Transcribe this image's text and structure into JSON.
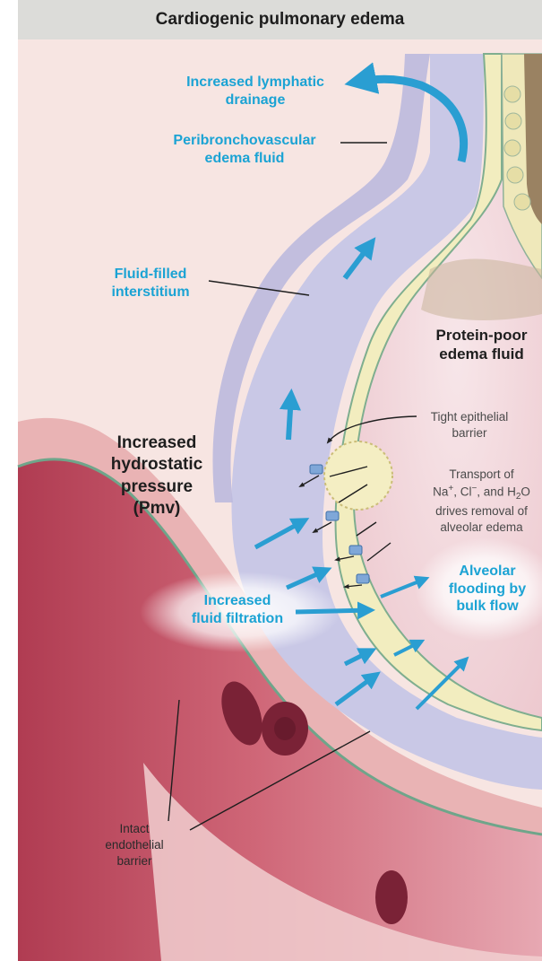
{
  "title": "Cardiogenic pulmonary edema",
  "labels": {
    "lymphatic_1": "Increased lymphatic",
    "lymphatic_2": "drainage",
    "peribronch_1": "Peribronchovascular",
    "peribronch_2": "edema fluid",
    "interstitium_1": "Fluid-filled",
    "interstitium_2": "interstitium",
    "protein_1": "Protein-poor",
    "protein_2": "edema fluid",
    "tight_1": "Tight epithelial",
    "tight_2": "barrier",
    "transport_1": "Transport of",
    "transport_na": "Na",
    "transport_na_sup": "+",
    "transport_cl": ", Cl",
    "transport_cl_sup": "−",
    "transport_and": ", and H",
    "transport_sub2": "2",
    "transport_o": "O",
    "transport_3": "drives removal of",
    "transport_4": "alveolar edema",
    "pressure_1": "Increased",
    "pressure_2": "hydrostatic",
    "pressure_3": "pressure",
    "pressure_4": "(Pmv)",
    "filtration_1": "Increased",
    "filtration_2": "fluid filtration",
    "flooding_1": "Alveolar",
    "flooding_2": "flooding by",
    "flooding_3": "bulk flow",
    "endothelial_1": "Intact",
    "endothelial_2": "endothelial",
    "endothelial_3": "barrier"
  },
  "colors": {
    "title_bar": "#dcdcd9",
    "label_cyan": "#1ba3d4",
    "arrow_blue": "#2a9ed2",
    "interstitium": "#c9c8e6",
    "alveolar_space": "#f3dbe0",
    "vessel_lumen": "#c8566a",
    "epithelium": "#f2edbf",
    "red_cell": "#7a2236"
  }
}
